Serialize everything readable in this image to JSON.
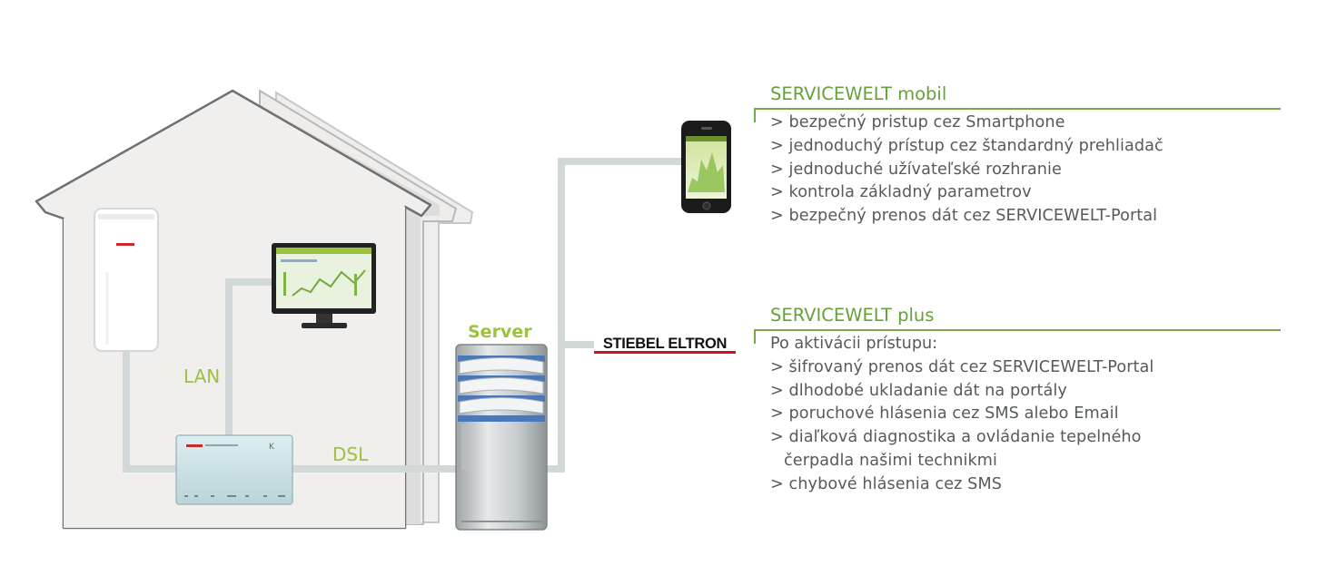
{
  "labels": {
    "lan": "LAN",
    "dsl": "DSL",
    "server": "Server",
    "brand_logo": "STIEBEL ELTRON"
  },
  "mobil": {
    "title": "SERVICEWELT mobil",
    "items": [
      "> bezpečný pristup cez Smartphone",
      "> jednoduchý prístup cez štandardný prehliadač",
      "> jednoduché užívateľské rozhranie",
      "> kontrola základný parametrov",
      "> bezpečný prenos dát cez SERVICEWELT-Portal"
    ]
  },
  "plus": {
    "title": "SERVICEWELT plus",
    "intro": "Po aktivácii prístupu:",
    "items": [
      "> šifrovaný prenos dát cez SERVICEWELT-Portal",
      "> dlhodobé ukladanie dát na portály",
      "> poruchové hlásenia cez SMS alebo Email",
      "> diaľková diagnostika a ovládanie tepelného",
      "čerpadla našimi technikmi",
      "> chybové hlásenia cez SMS"
    ]
  },
  "colors": {
    "accent_green": "#9bc23c",
    "title_green": "#66a03a",
    "text_gray": "#555a5a",
    "line_gray": "#d2d7d7",
    "brand_red": "#d0101e"
  },
  "icons": [
    "heat-pump-icon",
    "monitor-icon",
    "gateway-icon",
    "server-icon",
    "smartphone-icon"
  ]
}
